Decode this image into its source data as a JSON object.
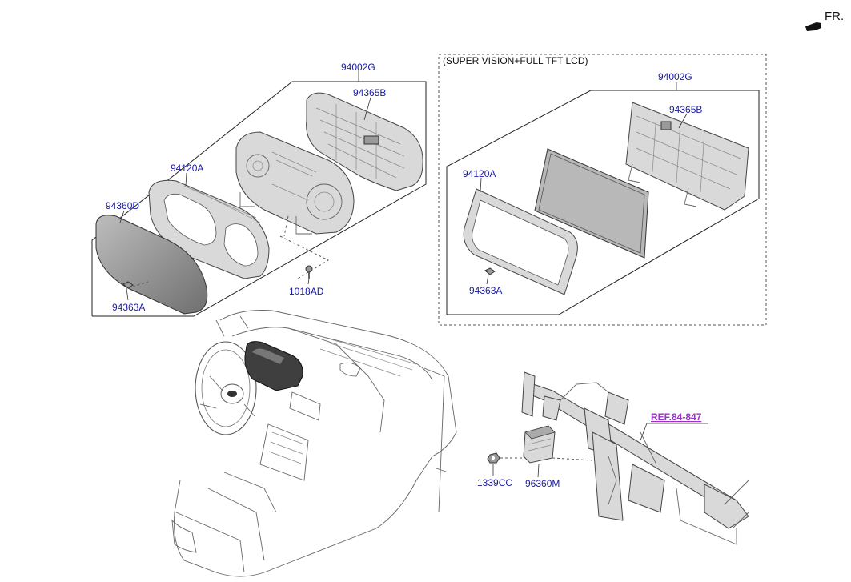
{
  "direction": {
    "label": "FR."
  },
  "left_group": {
    "labels": {
      "assembly": "94002G",
      "rear_cover": "94365B",
      "mask": "94120A",
      "window": "94360D",
      "clip": "94363A",
      "screw": "1018AD"
    }
  },
  "right_group": {
    "caption": "(SUPER VISION+FULL TFT LCD)",
    "labels": {
      "assembly": "94002G",
      "rear_cover": "94365B",
      "mask": "94120A",
      "clip": "94363A"
    }
  },
  "lower_group": {
    "labels": {
      "reference": "REF.84-847",
      "nut": "1339CC",
      "module": "96360M"
    }
  }
}
